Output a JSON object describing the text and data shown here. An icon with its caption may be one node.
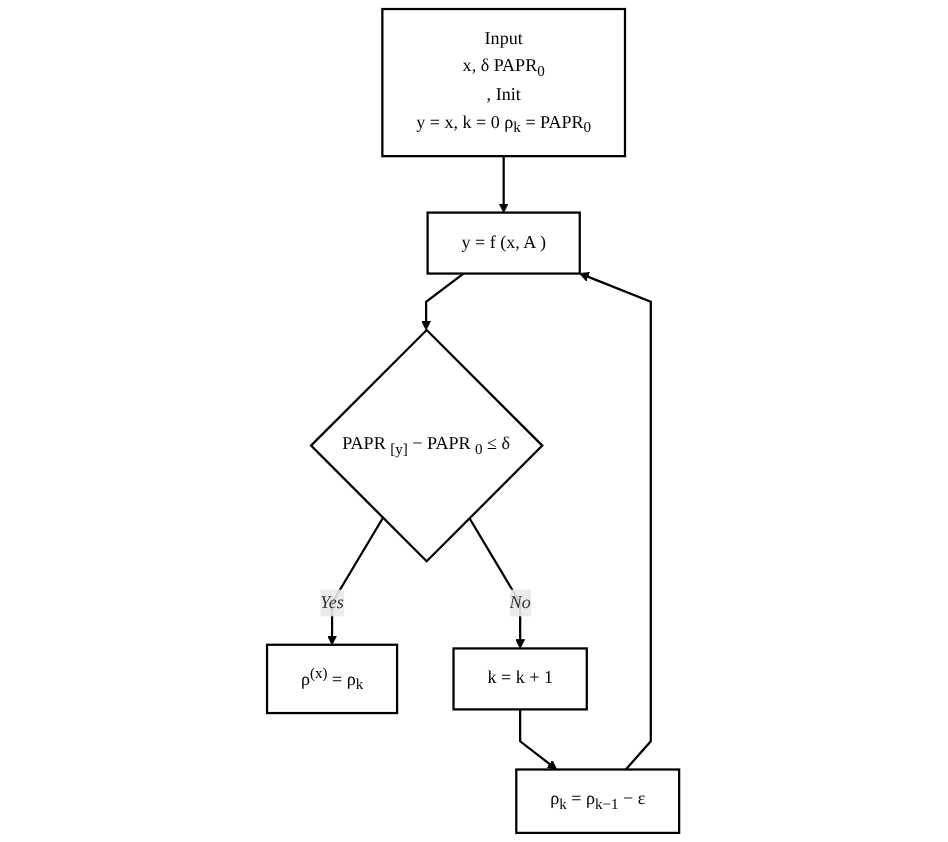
{
  "diagram": {
    "nodes": [
      {
        "text": [
          "Input",
          "x, δ PAPR$_{0}$",
          ", Init",
          "y = x, k = 0 ρ$_{k}$ = PAPR$_{0}$"
        ]
      },
      {
        "text": [
          "y = f (x, A )"
        ]
      },
      {
        "text": [
          "PAPR $_{[y]}$ − PAPR $_{0}$ ≤ δ"
        ]
      },
      {
        "text": [
          "ρ$^{(x)}$ = ρ$_{k}$"
        ]
      },
      {
        "text": [
          "k = k + 1"
        ]
      },
      {
        "text": [
          "ρ$_{k}$ = ρ$_{k−1}$ − ε"
        ]
      }
    ],
    "edges": [
      {
        "from": 0,
        "to": 1,
        "arrow": "to"
      },
      {
        "from": 1,
        "to": 2,
        "arrow": "to"
      },
      {
        "from": 2,
        "to": 3,
        "label": "Yes",
        "arrow": "to"
      },
      {
        "from": 2,
        "to": 4,
        "label": "No",
        "arrow": "to"
      },
      {
        "from": 4,
        "to": 5,
        "arrow": "to"
      },
      {
        "from": 5,
        "to": 1,
        "arrow": "to"
      }
    ]
  }
}
